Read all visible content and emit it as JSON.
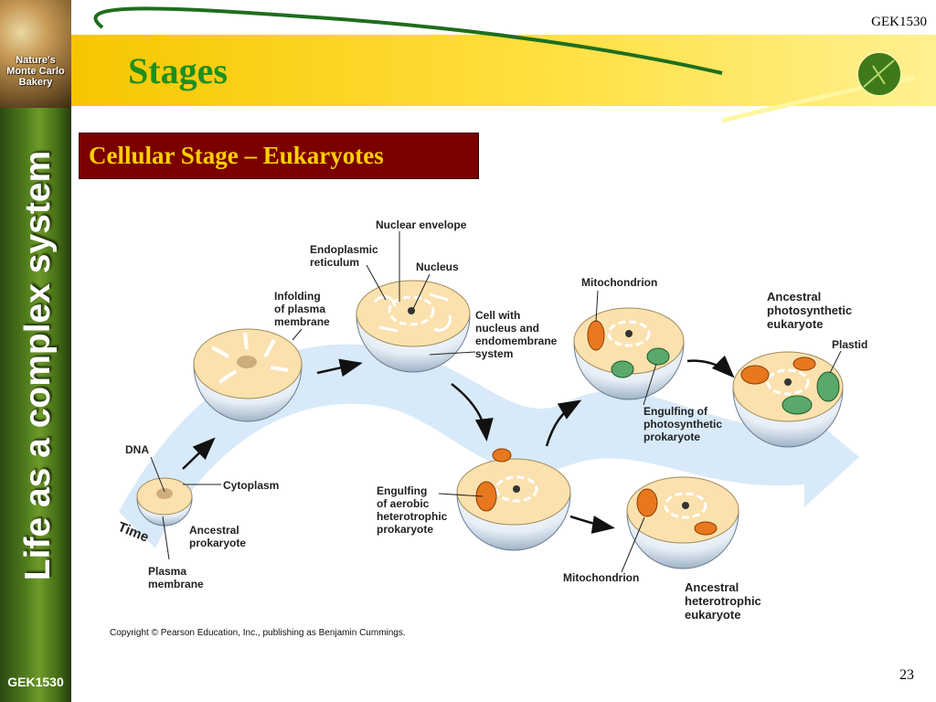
{
  "slide": {
    "title": "Stages",
    "subtitle": "Cellular Stage – Eukaryotes",
    "course_code": "GEK1530",
    "page_number": "23",
    "copyright": "Copyright © Pearson Education, Inc., publishing as Benjamin Cummings."
  },
  "sidebar": {
    "brand_lines": [
      "Nature's",
      "Monte Carlo",
      "Bakery"
    ],
    "vertical_title": "Life as a complex system",
    "course_code": "GEK1530"
  },
  "diagram": {
    "labels": {
      "dna": "DNA",
      "cytoplasm": "Cytoplasm",
      "time": "Time",
      "ancestral_prokaryote": [
        "Ancestral",
        "prokaryote"
      ],
      "plasma_membrane": [
        "Plasma",
        "membrane"
      ],
      "infolding": [
        "Infolding",
        "of plasma",
        "membrane"
      ],
      "er": [
        "Endoplasmic",
        "reticulum"
      ],
      "nuclear_envelope": "Nuclear envelope",
      "nucleus": "Nucleus",
      "cell_with_nucleus": [
        "Cell with",
        "nucleus and",
        "endomembrane",
        "system"
      ],
      "engulfing_aerobic": [
        "Engulfing",
        "of aerobic",
        "heterotrophic",
        "prokaryote"
      ],
      "mitochondrion_top": "Mitochondrion",
      "mitochondrion_bottom": "Mitochondrion",
      "engulfing_photo": [
        "Engulfing of",
        "photosynthetic",
        "prokaryote"
      ],
      "ancestral_photo": [
        "Ancestral",
        "photosynthetic",
        "eukaryote"
      ],
      "plastid": "Plastid",
      "ancestral_hetero": [
        "Ancestral",
        "heterotrophic",
        "eukaryote"
      ]
    }
  },
  "colors": {
    "title_green": "#1e8f1e",
    "subtitle_bg": "#7a0000",
    "subtitle_text": "#ffd000",
    "header_yellow": "#f7c600",
    "cell_fill": "#fbe1ae",
    "mitochondrion": "#e8781e",
    "plastid": "#5aa86a",
    "arrow_band": "#d4e8f8"
  }
}
